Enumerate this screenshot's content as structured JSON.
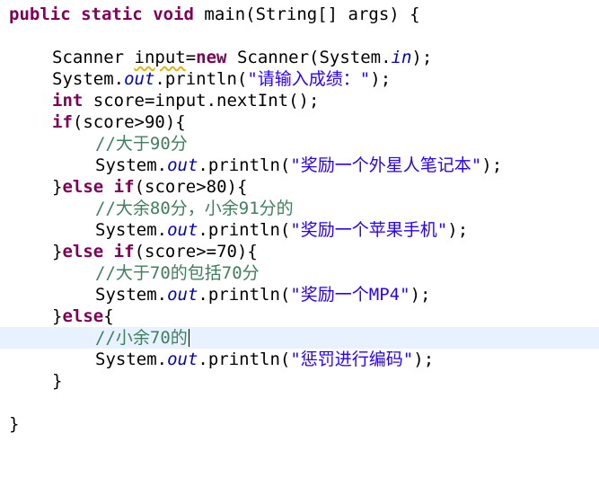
{
  "editor": {
    "lines": [
      {
        "p": [
          "public",
          " ",
          "static",
          " ",
          "void",
          " main(String[] args) {"
        ]
      },
      {
        "p": []
      },
      {
        "p": [
          "Scanner ",
          "input",
          "=",
          "new",
          " Scanner(System.",
          "in",
          ");"
        ]
      },
      {
        "p": [
          "System.",
          "out",
          ".println(",
          "\"请输入成绩：\"",
          ");"
        ]
      },
      {
        "p": [
          "int",
          " score=input.nextInt();"
        ]
      },
      {
        "p": [
          "if",
          "(score>90){"
        ]
      },
      {
        "p": [
          "//大于90分"
        ]
      },
      {
        "p": [
          "System.",
          "out",
          ".println(",
          "\"奖励一个外星人笔记本\"",
          ");"
        ]
      },
      {
        "p": [
          "}",
          "else",
          " ",
          "if",
          "(score>80){"
        ]
      },
      {
        "p": [
          "//大余80分，小余91分的"
        ]
      },
      {
        "p": [
          "System.",
          "out",
          ".println(",
          "\"奖励一个苹果手机\"",
          ");"
        ]
      },
      {
        "p": [
          "}",
          "else",
          " ",
          "if",
          "(score>=70){"
        ]
      },
      {
        "p": [
          "//大于70的包括70分"
        ]
      },
      {
        "p": [
          "System.",
          "out",
          ".println(",
          "\"奖励一个MP4\"",
          ");"
        ]
      },
      {
        "p": [
          "}",
          "else",
          "{"
        ]
      },
      {
        "p": [
          "//小余70的"
        ]
      },
      {
        "p": [
          "System.",
          "out",
          ".println(",
          "\"惩罚进行编码\"",
          ");"
        ]
      },
      {
        "p": [
          "}"
        ]
      },
      {
        "p": []
      },
      {
        "p": [
          "}"
        ]
      }
    ]
  }
}
